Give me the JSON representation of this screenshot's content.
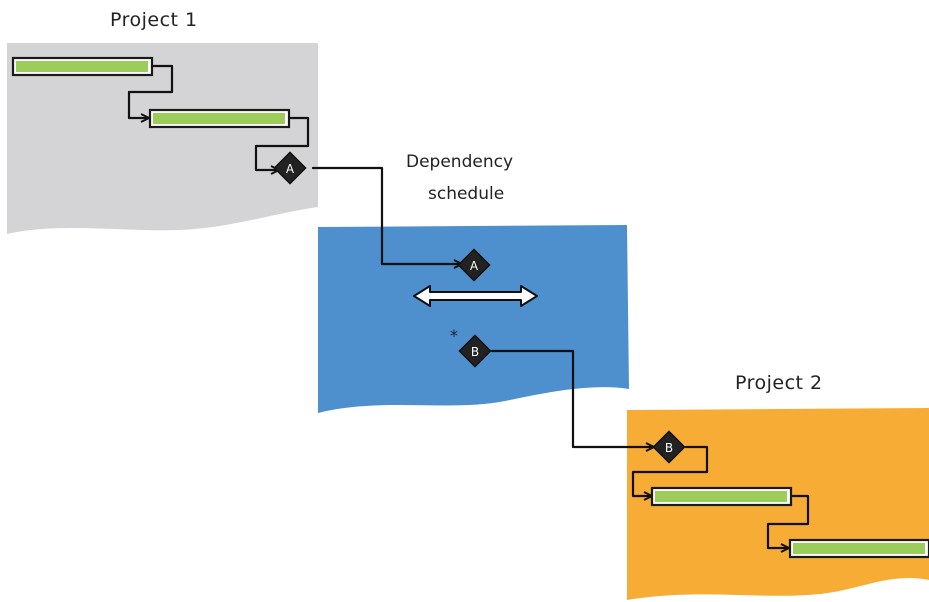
{
  "diagram": {
    "project1": {
      "title": "Project 1",
      "panel_color": "#d4d4d6",
      "milestone": "A"
    },
    "dependency_schedule": {
      "title_line1": "Dependency",
      "title_line2": "schedule",
      "panel_color": "#4e8fcd",
      "milestone_a": "A",
      "milestone_b": "B",
      "asterisk": "*"
    },
    "project2": {
      "title": "Project 2",
      "panel_color": "#f7ad35",
      "milestone": "B"
    },
    "colors": {
      "task_bar_fill": "#9ccd5b",
      "task_bar_border": "#1a1a1a",
      "milestone_fill": "#222222",
      "connector": "#111111"
    },
    "icons": [
      "task-bar",
      "milestone-diamond",
      "connector-arrow",
      "double-arrow-icon"
    ]
  }
}
